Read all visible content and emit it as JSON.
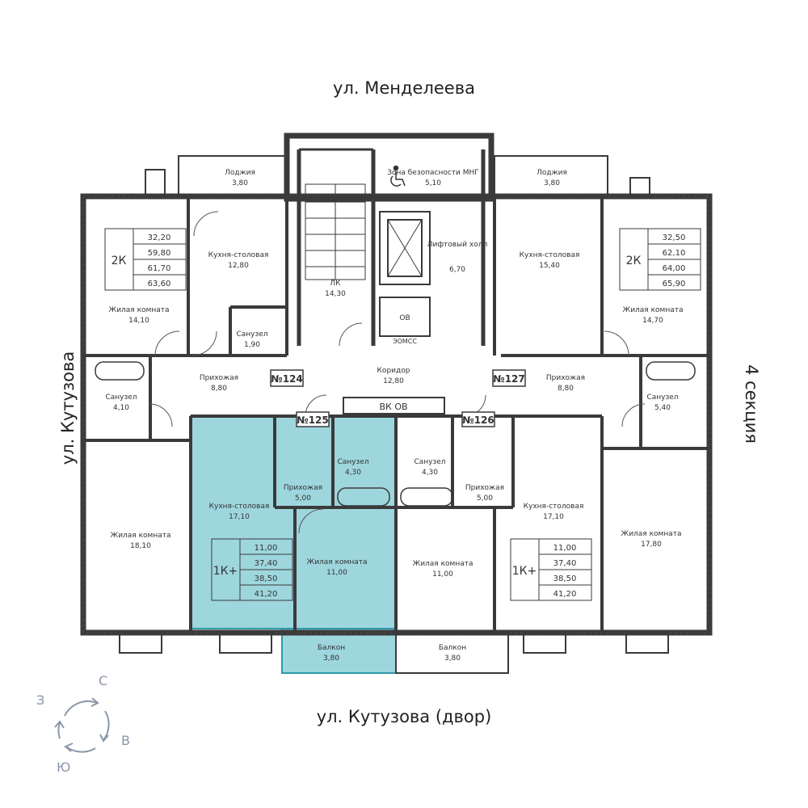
{
  "streets": {
    "top": "ул. Менделеева",
    "bottom": "ул. Кутузова (двор)",
    "left": "ул. Кутузова",
    "right": "4 секция"
  },
  "colors": {
    "wall": "#3a3a3a",
    "highlight_fill": "#7ec8d3",
    "highlight_stroke": "#2d9aa8",
    "compass": "#8a97aa"
  },
  "compass": {
    "n": "С",
    "e": "В",
    "s": "Ю",
    "w": "З"
  },
  "rooms": {
    "loggia_left": {
      "name": "Лоджия",
      "area": "3,80"
    },
    "loggia_right": {
      "name": "Лоджия",
      "area": "3,80"
    },
    "safety_zone": {
      "name": "Зона безопасности МНГ",
      "area": "5,10"
    },
    "lk": {
      "name": "ЛК",
      "area": "14,30"
    },
    "lift_hall": {
      "name": "Лифтовый холл",
      "area": "6,70"
    },
    "ov_top": {
      "name": "ОВ"
    },
    "emss": {
      "name": "ЭОМСС"
    },
    "corridor": {
      "name": "Коридор",
      "area": "12,80"
    },
    "vk_ov": {
      "name": "ВК ОВ"
    },
    "tl_kitchen": {
      "name": "Кухня-столовая",
      "area": "12,80"
    },
    "tl_living": {
      "name": "Жилая комната",
      "area": "14,10"
    },
    "tl_bath_small": {
      "name": "Санузел",
      "area": "1,90"
    },
    "tl_hall": {
      "name": "Прихожая",
      "area": "8,80"
    },
    "tl_bath": {
      "name": "Санузел",
      "area": "4,10"
    },
    "tl_living2": {
      "name": "Жилая комната",
      "area": "18,10"
    },
    "tr_kitchen": {
      "name": "Кухня-столовая",
      "area": "15,40"
    },
    "tr_living": {
      "name": "Жилая комната",
      "area": "14,70"
    },
    "tr_hall": {
      "name": "Прихожая",
      "area": "8,80"
    },
    "tr_bath": {
      "name": "Санузел",
      "area": "5,40"
    },
    "tr_living2": {
      "name": "Жилая комната",
      "area": "17,80"
    },
    "a125_kitchen": {
      "name": "Кухня-столовая",
      "area": "17,10"
    },
    "a125_hall": {
      "name": "Прихожая",
      "area": "5,00"
    },
    "a125_bath": {
      "name": "Санузел",
      "area": "4,30"
    },
    "a125_living": {
      "name": "Жилая комната",
      "area": "11,00"
    },
    "a125_balcony": {
      "name": "Балкон",
      "area": "3,80"
    },
    "a126_bath": {
      "name": "Санузел",
      "area": "4,30"
    },
    "a126_hall": {
      "name": "Прихожая",
      "area": "5,00"
    },
    "a126_kitchen": {
      "name": "Кухня-столовая",
      "area": "17,10"
    },
    "a126_living": {
      "name": "Жилая комната",
      "area": "11,00"
    },
    "a126_balcony": {
      "name": "Балкон",
      "area": "3,80"
    }
  },
  "apartments": {
    "a124": {
      "number": "№124",
      "type": "2К",
      "areas": [
        "32,20",
        "59,80",
        "61,70",
        "63,60"
      ]
    },
    "a127": {
      "number": "№127",
      "type": "2К",
      "areas": [
        "32,50",
        "62,10",
        "64,00",
        "65,90"
      ]
    },
    "a125": {
      "number": "№125",
      "type": "1К+",
      "areas": [
        "11,00",
        "37,40",
        "38,50",
        "41,20"
      ]
    },
    "a126": {
      "number": "№126",
      "type": "1К+",
      "areas": [
        "11,00",
        "37,40",
        "38,50",
        "41,20"
      ]
    }
  }
}
